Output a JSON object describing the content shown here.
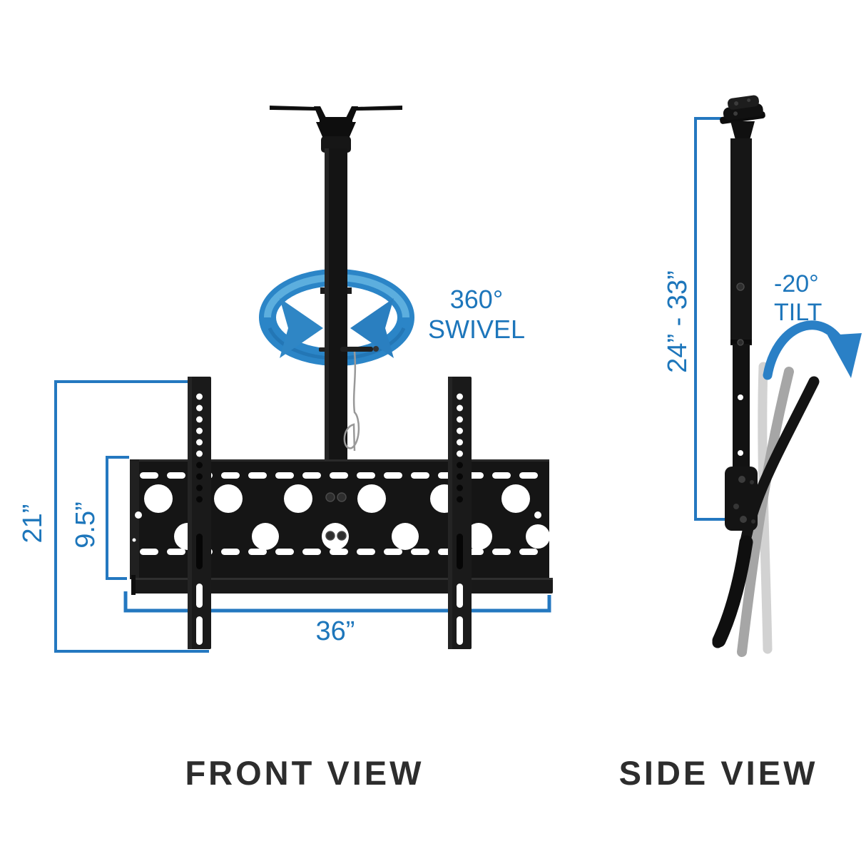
{
  "page": {
    "background": "#ffffff"
  },
  "colors": {
    "accent_blue_lines": "#2478c0",
    "label_blue": "#1d76bb",
    "swivel_ring_blue": "#2b85c7",
    "swivel_ring_highlight": "#5caede",
    "tilt_arrow_blue": "#2a80c6",
    "title_dark": "#2d2d2d",
    "hardware_black": "#141414",
    "ghost_gray_light": "#d2d2d2",
    "ghost_gray_mid": "#a6a6a6"
  },
  "front_view": {
    "title": "FRONT VIEW",
    "swivel_annotation": {
      "line1": "360°",
      "line2": "SWIVEL"
    },
    "dimensions": {
      "overall_height": "21”",
      "plate_height": "9.5”",
      "width": "36”"
    }
  },
  "side_view": {
    "title": "SIDE VIEW",
    "tilt_annotation": {
      "line1": "-20°",
      "line2": "TILT"
    },
    "dimensions": {
      "drop_range": "24” - 33”"
    }
  }
}
